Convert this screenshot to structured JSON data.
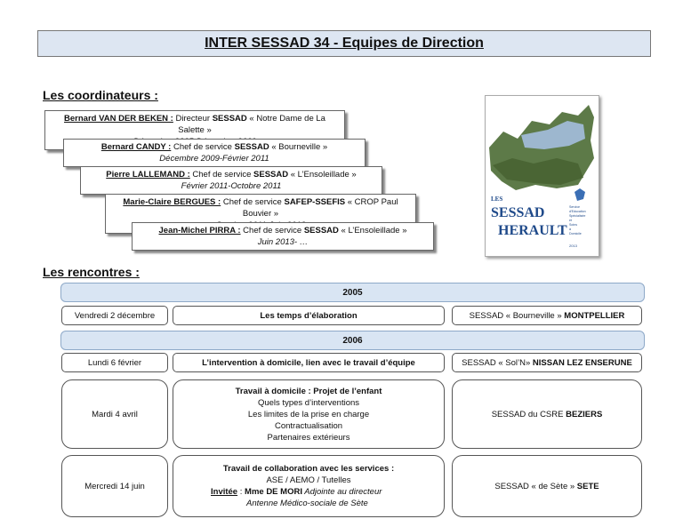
{
  "title": "INTER SESSAD 34 - Equipes de Direction",
  "coordinateurs": {
    "heading": "Les coordinateurs :",
    "items": [
      {
        "name": "Bernard VAN DER BEKEN :",
        "role": " Directeur ",
        "org": "SESSAD",
        "place": " « Notre Dame de La Salette »",
        "dates": "Décembre 2005-Décembre 2009"
      },
      {
        "name": "Bernard CANDY :",
        "role": " Chef de service ",
        "org": "SESSAD",
        "place": " « Bourneville »",
        "dates": "Décembre 2009-Février 2011"
      },
      {
        "name": "Pierre LALLEMAND :",
        "role": " Chef de service ",
        "org": "SESSAD",
        "place": " « L’Ensoleillade »",
        "dates": "Février 2011-Octobre 2011"
      },
      {
        "name": "Marie-Claire BERGUES :",
        "role": " Chef de service ",
        "org": "SAFEP-SSEFIS",
        "place": " « CROP Paul Bouvier »",
        "dates": "Octobre 2011-Juin 2013"
      },
      {
        "name": "Jean-Michel PIRRA :",
        "role": " Chef de service ",
        "org": "SESSAD",
        "place": " « L’Ensoleillade »",
        "dates": "Juin 2013- …"
      }
    ]
  },
  "logo": {
    "les": "LES",
    "sessad": "SESSAD",
    "herault": "HERAULT",
    "side": [
      "Service",
      "d'Education",
      "Spécialisée",
      "et",
      "Soins",
      "à",
      "Domicile"
    ],
    "year": "2013"
  },
  "rencontres": {
    "heading": "Les rencontres :",
    "year_2005": "2005",
    "year_2006": "2006",
    "r1": {
      "date": "Vendredi 2 décembre",
      "topic": "Les temps d’élaboration",
      "place_prefix": "SESSAD « Bourneville » ",
      "place_bold": "MONTPELLIER"
    },
    "r2": {
      "date": "Lundi 6 février",
      "topic": "L’intervention à domicile, lien avec le travail d’équipe",
      "place_prefix": "SESSAD « Sol’N» ",
      "place_bold": "NISSAN LEZ ENSERUNE"
    },
    "r3": {
      "date": "Mardi 4 avril",
      "topic_title": "Travail à domicile : Projet de l’enfant",
      "topic_lines": [
        "Quels types d’interventions",
        "Les limites de la prise en charge",
        "Contractualisation",
        "Partenaires extérieurs"
      ],
      "place_prefix": "SESSAD du CSRE ",
      "place_bold": "BEZIERS"
    },
    "r4": {
      "date": "Mercredi 14 juin",
      "topic_title": "Travail de collaboration avec les services :",
      "topic_line": "ASE / AEMO / Tutelles",
      "invitee_label": "Invitée",
      "invitee_sep": " : ",
      "invitee_name": "Mme DE MORI",
      "invitee_role": " Adjointe au directeur",
      "invitee_org": "Antenne Médico-sociale de Sète",
      "place_prefix": "SESSAD « de Sète » ",
      "place_bold": "SETE"
    }
  }
}
